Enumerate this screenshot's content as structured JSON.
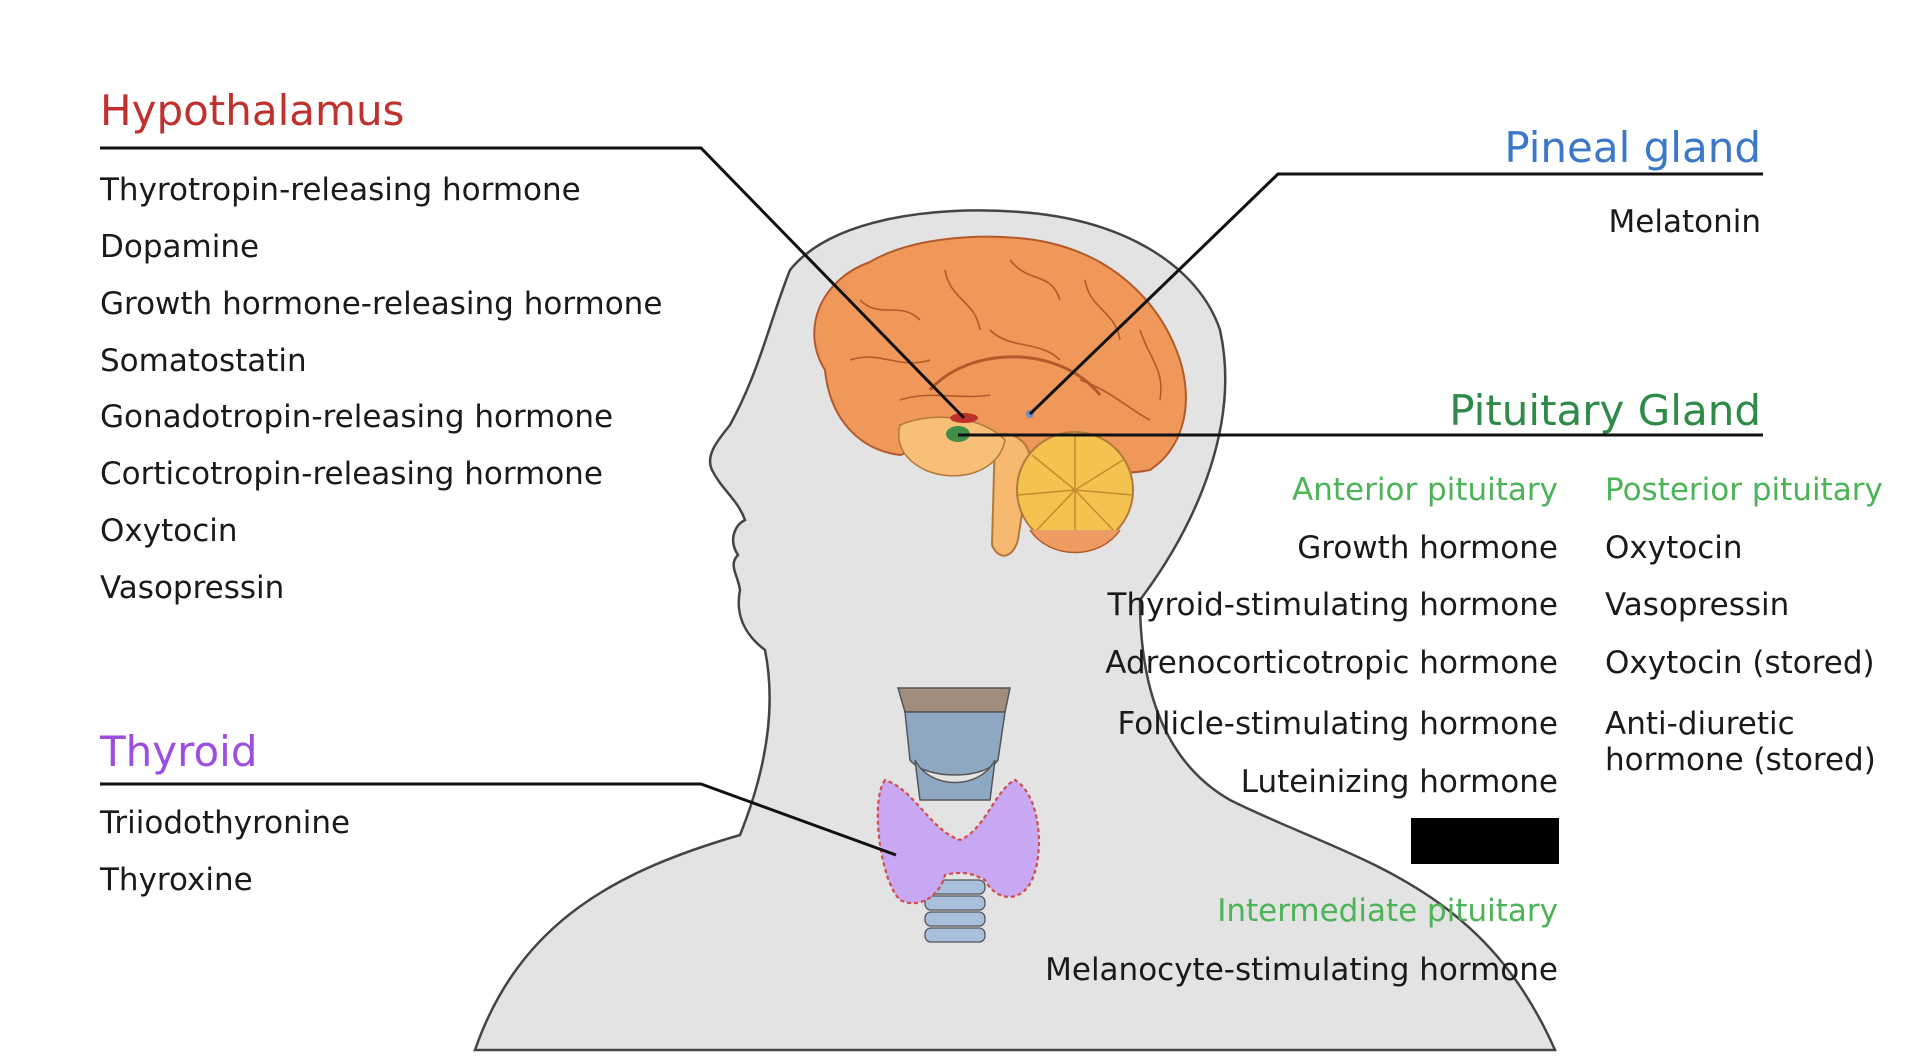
{
  "colors": {
    "hypothalamus": "#c0302c",
    "pineal": "#3b78c8",
    "pituitary": "#2e8a47",
    "pituitary_sub": "#4cb356",
    "thyroid": "#9b4ee0",
    "text": "#1a1a1a",
    "silhouette": "#e3e3e3",
    "brain": "#f0975a"
  },
  "hypothalamus": {
    "title": "Hypothalamus",
    "items": [
      "Thyrotropin-releasing hormone",
      "Dopamine",
      "Growth hormone-releasing hormone",
      "Somatostatin",
      "Gonadotropin-releasing hormone",
      "Corticotropin-releasing hormone",
      "Oxytocin",
      "Vasopressin"
    ]
  },
  "pineal": {
    "title": "Pineal gland",
    "items": [
      "Melatonin"
    ]
  },
  "pituitary": {
    "title": "Pituitary Gland",
    "anterior": {
      "label": "Anterior pituitary",
      "items": [
        "Growth hormone",
        "Thyroid-stimulating hormone",
        "Adrenocorticotropic hormone",
        "Follicle-stimulating hormone",
        "Luteinizing hormone"
      ]
    },
    "posterior": {
      "label": "Posterior pituitary",
      "items": [
        "Oxytocin",
        "Vasopressin",
        "Oxytocin (stored)",
        "Anti-diuretic hormone (stored)"
      ]
    },
    "intermediate": {
      "label": "Intermediate pituitary",
      "items": [
        "Melanocyte-stimulating hormone"
      ]
    }
  },
  "thyroid": {
    "title": "Thyroid",
    "items": [
      "Triiodothyronine",
      "Thyroxine"
    ]
  }
}
